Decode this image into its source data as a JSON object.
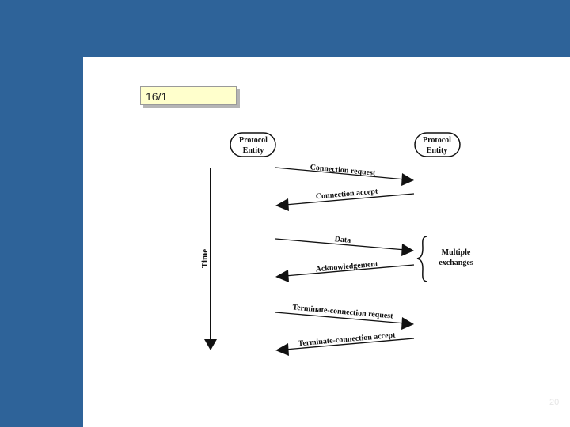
{
  "figure_tag": "16/1",
  "page_number": "20",
  "entities": {
    "left_line1": "Protocol",
    "left_line2": "Entity",
    "right_line1": "Protocol",
    "right_line2": "Entity"
  },
  "time_label": "Time",
  "messages": {
    "connection_request": "Connection request",
    "connection_accept": "Connection accept",
    "data": "Data",
    "acknowledgement": "Acknowledgement",
    "terminate_request": "Terminate-connection request",
    "terminate_accept": "Terminate-connection accept"
  },
  "brace_label": {
    "line1": "Multiple",
    "line2": "exchanges"
  }
}
